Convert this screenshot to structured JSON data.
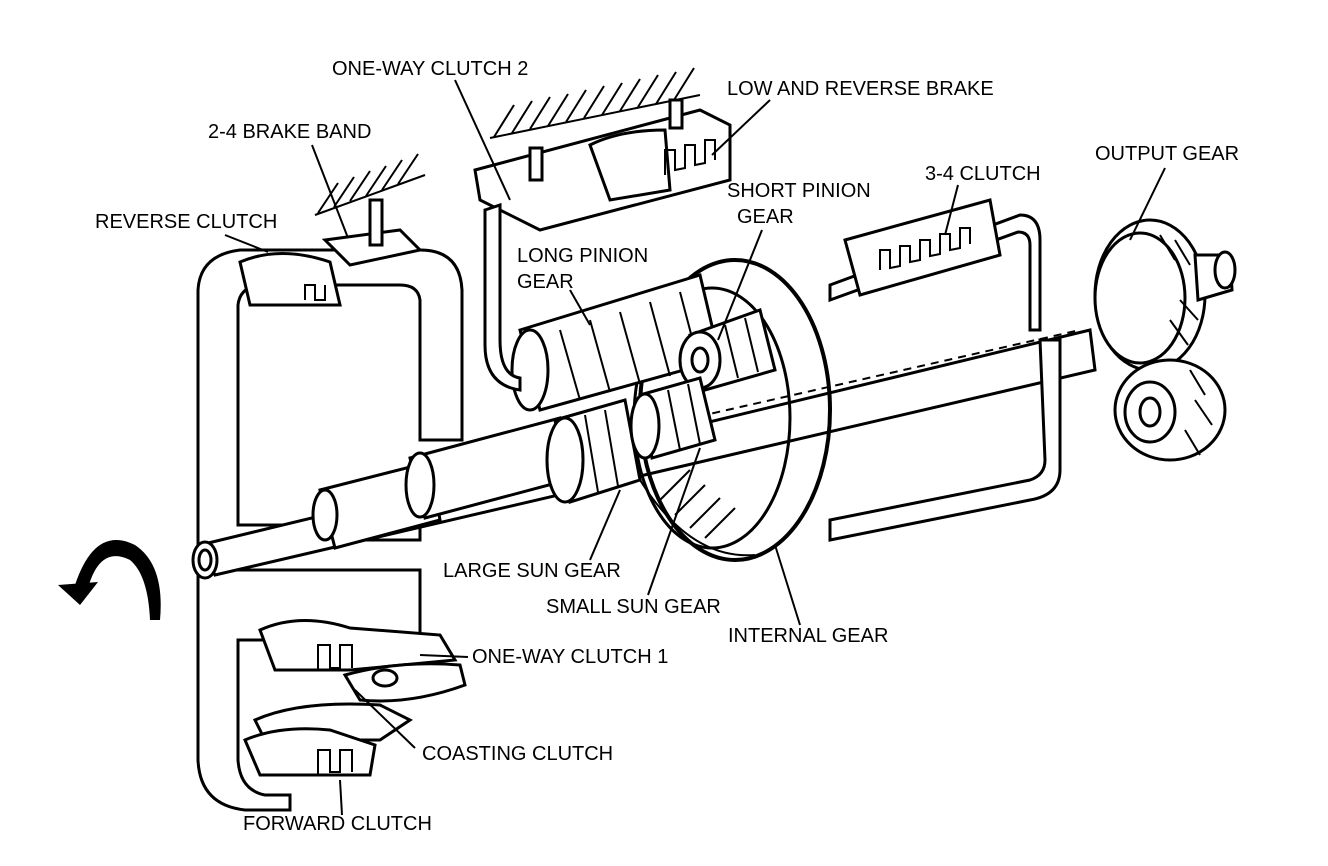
{
  "diagram": {
    "labels": {
      "one_way_clutch_2": "ONE-WAY CLUTCH 2",
      "low_and_reverse_brake": "LOW AND REVERSE BRAKE",
      "brake_band_2_4": "2-4 BRAKE BAND",
      "reverse_clutch": "REVERSE CLUTCH",
      "short_pinion_gear_line1": "SHORT PINION",
      "short_pinion_gear_line2": "GEAR",
      "clutch_3_4": "3-4 CLUTCH",
      "output_gear": "OUTPUT GEAR",
      "long_pinion_gear_line1": "LONG PINION",
      "long_pinion_gear_line2": "GEAR",
      "large_sun_gear": "LARGE SUN GEAR",
      "small_sun_gear": "SMALL SUN GEAR",
      "internal_gear": "INTERNAL GEAR",
      "one_way_clutch_1": "ONE-WAY CLUTCH 1",
      "coasting_clutch": "COASTING CLUTCH",
      "forward_clutch": "FORWARD CLUTCH"
    }
  }
}
